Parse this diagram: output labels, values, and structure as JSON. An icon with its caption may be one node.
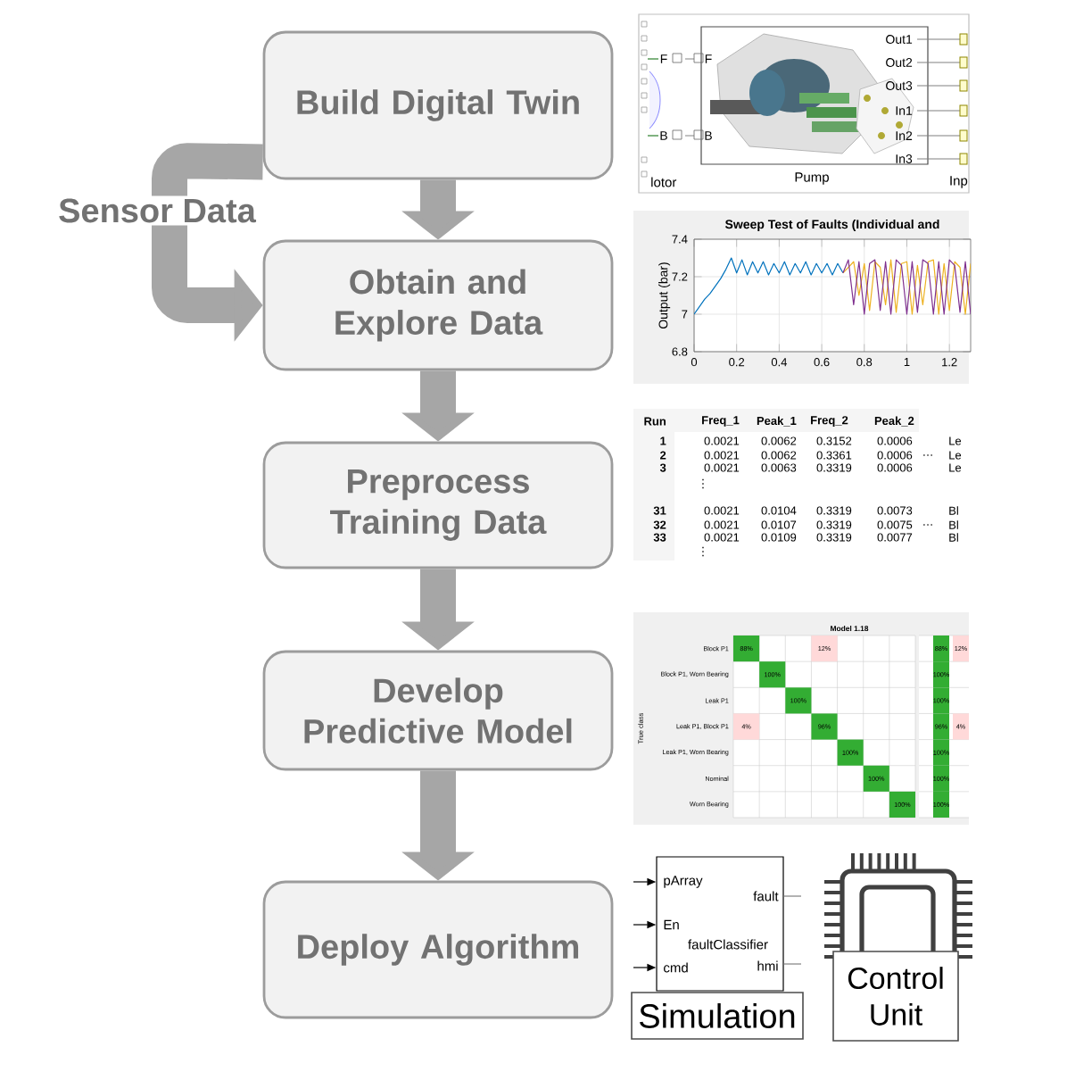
{
  "diagram": {
    "nodes": [
      {
        "text": [
          "Build Digital Twin"
        ]
      },
      {
        "text": [
          "Obtain and Explore Data"
        ]
      },
      {
        "text": [
          "Preprocess Training Data"
        ]
      },
      {
        "text": [
          "Develop Predictive Model"
        ]
      },
      {
        "text": [
          "Deploy Algorithm"
        ]
      },
      {
        "text": [
          "pArray",
          "fault",
          "En",
          "faultClassifier",
          "cmd",
          "hmi"
        ]
      },
      {
        "text": [
          "Simulation"
        ]
      },
      {
        "text": [
          "Control Unit"
        ]
      }
    ],
    "edges": [
      {
        "from": 0,
        "to": 1,
        "arrow": "to",
        "style": "thick",
        "color": "#a6a6a6"
      },
      {
        "from": 1,
        "to": 2,
        "arrow": "to",
        "style": "thick",
        "color": "#a6a6a6"
      },
      {
        "from": 2,
        "to": 3,
        "arrow": "to",
        "style": "thick",
        "color": "#a6a6a6"
      },
      {
        "from": 3,
        "to": 4,
        "arrow": "to",
        "style": "thick",
        "color": "#a6a6a6"
      },
      {
        "from": 0,
        "to": 1,
        "arrow": "to",
        "label": "Sensor Data",
        "style": "thick",
        "color": "#a6a6a6"
      },
      {
        "from": null,
        "to": 5,
        "arrow": "to",
        "color": "#000000"
      },
      {
        "from": null,
        "to": 5,
        "arrow": "to",
        "color": "#000000"
      },
      {
        "from": null,
        "to": 5,
        "arrow": "to",
        "color": "#000000"
      },
      {
        "from": 5,
        "to": null,
        "arrow": "none",
        "color": "#808080"
      },
      {
        "from": 5,
        "to": null,
        "arrow": "none",
        "color": "#808080"
      }
    ],
    "labels": [
      "F",
      "F",
      "B",
      "B",
      "Out1",
      "Out2",
      "Out3",
      "In1",
      "In2",
      "In3",
      "lotor",
      "Pump",
      "Inp",
      "Run",
      "Freq_1",
      "Peak_1",
      "Freq_2",
      "Peak_2",
      "1",
      "0.0021",
      "0.0062",
      "0.3152",
      "0.0006",
      "Le",
      "2",
      "0.0021",
      "0.0062",
      "0.3361",
      "0.0006",
      "…",
      "Le",
      "3",
      "0.0021",
      "0.0063",
      "0.3319",
      "0.0006",
      "Le",
      "⋮",
      "31",
      "0.0021",
      "0.0104",
      "0.3319",
      "0.0073",
      "Bl",
      "32",
      "0.0021",
      "0.0107",
      "0.3319",
      "0.0075",
      "…",
      "Bl",
      "33",
      "0.0021",
      "0.0109",
      "0.3319",
      "0.0077",
      "Bl",
      "⋮",
      "Model 1.18",
      "Block P1",
      "Block P1, Worn Bearing",
      "Leak P1",
      "Leak P1, Block P1",
      "Leak P1, Worn Bearing",
      "Nominal",
      "Worn Bearing",
      "True class",
      "88%",
      "12%",
      "100%",
      "100%",
      "4%",
      "96%",
      "100%",
      "100%",
      "100%",
      "88%",
      "12%",
      "100%",
      "100%",
      "96%",
      "4%",
      "100%",
      "100%",
      "100%"
    ],
    "chart_data": {
      "type": "line",
      "title": "Sweep Test of Faults (Individual and",
      "ylabel": "Output (bar)",
      "x": [
        0,
        0.025,
        0.05,
        0.075,
        0.1,
        0.125,
        0.15,
        0.175,
        0.2,
        0.225,
        0.25,
        0.275,
        0.3,
        0.325,
        0.35,
        0.375,
        0.4,
        0.425,
        0.45,
        0.475,
        0.5,
        0.525,
        0.55,
        0.575,
        0.6,
        0.625,
        0.65,
        0.675,
        0.7,
        0.725,
        0.75,
        0.775,
        0.8,
        0.825,
        0.85,
        0.875,
        0.9,
        0.925,
        0.95,
        0.975,
        1.0,
        1.025,
        1.05,
        1.075,
        1.1,
        1.125,
        1.15,
        1.175,
        1.2,
        1.225,
        1.25,
        1.275,
        1.3
      ],
      "series": [
        {
          "color": "#0072bd",
          "values": [
            7.0,
            7.04,
            7.08,
            7.11,
            7.15,
            7.19,
            7.24,
            7.3,
            7.22,
            7.29,
            7.21,
            7.28,
            7.22,
            7.28,
            7.21,
            7.27,
            7.22,
            7.28,
            7.21,
            7.27,
            7.22,
            7.28,
            7.21,
            7.27,
            7.22,
            7.27,
            7.21,
            7.27,
            7.22,
            null,
            null,
            null,
            null,
            null,
            null,
            null,
            null,
            null,
            null,
            null,
            null,
            null,
            null,
            null,
            null,
            null,
            null,
            null,
            null,
            null,
            null,
            null,
            null
          ]
        },
        {
          "color": "#edb120",
          "values": [
            null,
            null,
            null,
            null,
            null,
            null,
            null,
            null,
            null,
            null,
            null,
            null,
            null,
            null,
            null,
            null,
            null,
            null,
            null,
            null,
            null,
            null,
            null,
            null,
            null,
            null,
            null,
            null,
            7.22,
            7.25,
            7.28,
            7.1,
            7.27,
            7.02,
            7.28,
            7.25,
            7.05,
            7.29,
            7.01,
            7.27,
            7.28,
            7.0,
            7.26,
            7.05,
            7.28,
            7.29,
            7.0,
            7.27,
            7.02,
            7.28,
            7.25,
            7.0,
            7.27
          ]
        },
        {
          "color": "#7e2f8e",
          "values": [
            null,
            null,
            null,
            null,
            null,
            null,
            null,
            null,
            null,
            null,
            null,
            null,
            null,
            null,
            null,
            null,
            null,
            null,
            null,
            null,
            null,
            null,
            null,
            null,
            null,
            null,
            null,
            null,
            7.22,
            7.29,
            7.05,
            7.28,
            7.0,
            7.27,
            7.29,
            7.02,
            7.28,
            7.0,
            7.29,
            7.26,
            7.0,
            7.28,
            7.01,
            7.29,
            7.27,
            7.0,
            7.28,
            7.0,
            7.29,
            7.26,
            7.01,
            7.28,
            7.0
          ]
        }
      ],
      "grid": true,
      "xlim": [
        0,
        1.3
      ],
      "ylim": [
        6.8,
        7.4
      ],
      "xticks": [
        0,
        0.2,
        0.4,
        0.6,
        0.8,
        1,
        1.2
      ],
      "yticks": [
        6.8,
        7,
        7.2,
        7.4
      ]
    }
  }
}
